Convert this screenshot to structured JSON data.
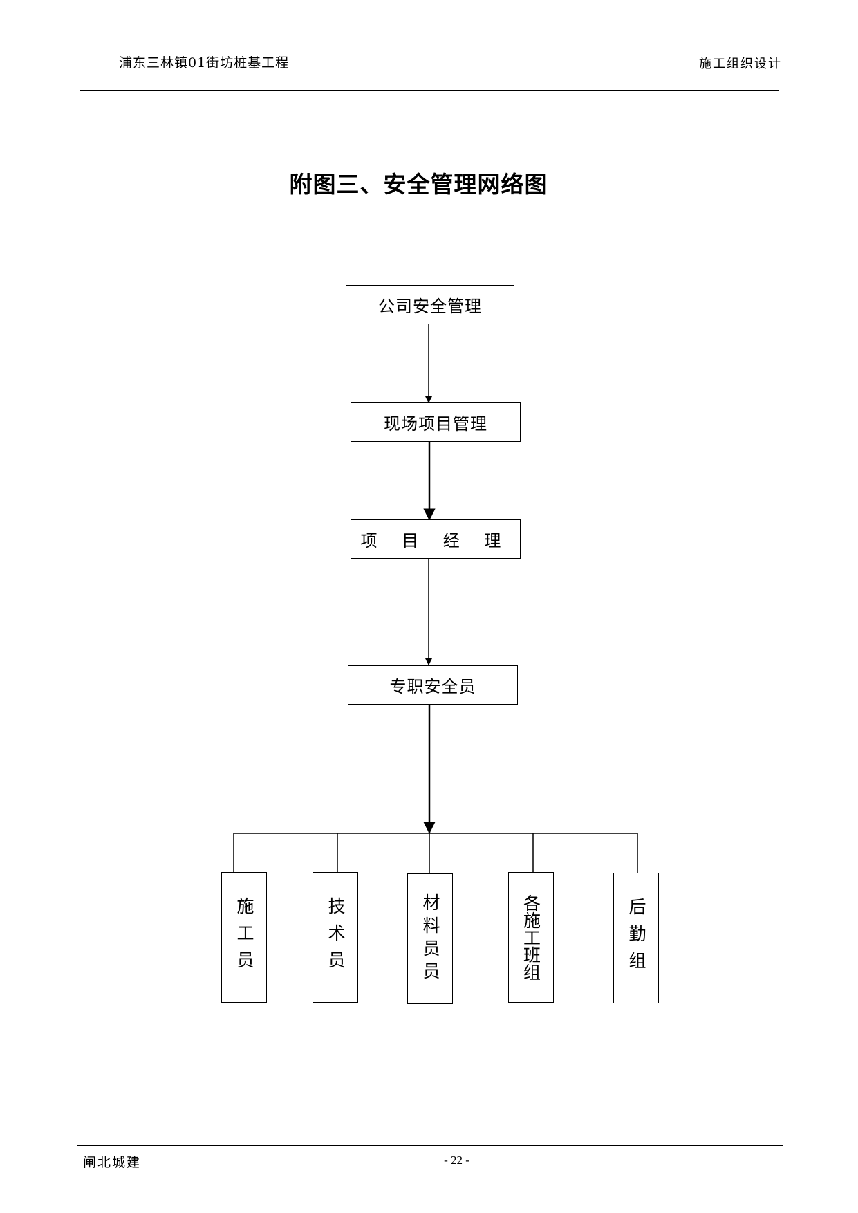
{
  "header": {
    "project": "浦东三林镇01街坊桩基工程",
    "section": "施工组织设计"
  },
  "title": "附图三、安全管理网络图",
  "chart": {
    "level1": "公司安全管理",
    "level2": "现场项目管理",
    "level3": "项 目 经 理",
    "level4": "专职安全员",
    "leaves": [
      "施工员",
      "技术员",
      "材料员员",
      "各施工班组",
      "后勤组"
    ]
  },
  "footer": {
    "company": "闸北城建",
    "page": "- 22 -"
  }
}
